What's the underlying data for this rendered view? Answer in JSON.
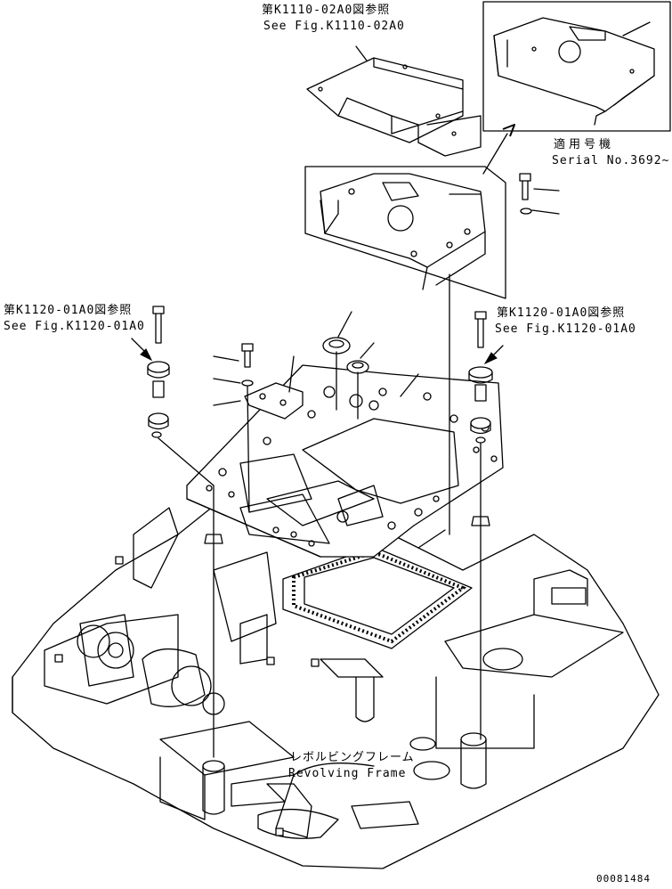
{
  "labels": {
    "top_ref_jp": "第K1110-02A0図参照",
    "top_ref_en": "See Fig.K1110-02A0",
    "serial_jp": "適用号機",
    "serial_en": "Serial No.3692~",
    "left_ref_jp": "第K1120-01A0図参照",
    "left_ref_en": "See Fig.K1120-01A0",
    "right_ref_jp": "第K1120-01A0図参照",
    "right_ref_en": "See Fig.K1120-01A0",
    "frame_jp": "レボルビングフレーム",
    "frame_en": "Revolving Frame",
    "drawing_no": "00081484"
  }
}
